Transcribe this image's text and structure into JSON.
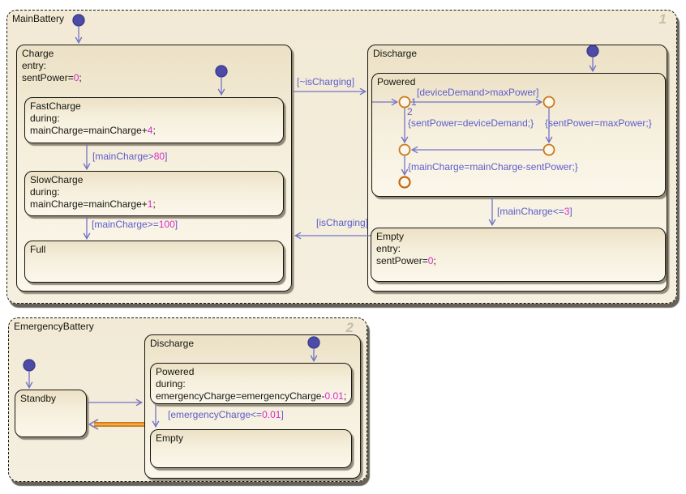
{
  "colors": {
    "state_fill": "#f5eedb",
    "state_border": "#16160f",
    "transition": "#5d5dcb",
    "transition_line": "#7373c6",
    "numeric_literal": "#d92bc8",
    "junction": "#c87a1e",
    "highlight_transition": "#d4821c",
    "default_dot": "#4c4ca8",
    "order_badge": "#c8bea5"
  },
  "main_battery": {
    "title": "MainBattery",
    "order_badge": "1",
    "charge": {
      "name": "Charge",
      "entry_kw": "entry:",
      "entry_pre": "sentPower=",
      "entry_num": "0",
      "entry_post": ";",
      "fast": {
        "name": "FastCharge",
        "during_kw": "during:",
        "act_pre": "mainCharge=mainCharge+",
        "act_num": "4",
        "act_post": ";"
      },
      "slow": {
        "name": "SlowCharge",
        "during_kw": "during:",
        "act_pre": "mainCharge=mainCharge+",
        "act_num": "1",
        "act_post": ";"
      },
      "full": {
        "name": "Full"
      }
    },
    "discharge": {
      "name": "Discharge",
      "powered": {
        "name": "Powered"
      },
      "empty": {
        "name": "Empty",
        "entry_kw": "entry:",
        "entry_pre": "sentPower=",
        "entry_num": "0",
        "entry_post": ";"
      }
    },
    "transitions": {
      "not_charging": "[~isCharging]",
      "is_charging": "[isCharging]",
      "fast_to_slow_pre": "[mainCharge>",
      "fast_to_slow_num": "80",
      "fast_to_slow_post": "]",
      "slow_to_full_pre": "[mainCharge>=",
      "slow_to_full_num": "100",
      "slow_to_full_post": "]",
      "powered_to_empty_pre": "[mainCharge<=",
      "powered_to_empty_num": "3",
      "powered_to_empty_post": "]",
      "demand_gt_max": "[deviceDemand>maxPower]",
      "set_demand": "{sentPower=deviceDemand;}",
      "set_max": "{sentPower=maxPower;}",
      "deduct": "{mainCharge=mainCharge-sentPower;}",
      "order1": "1",
      "order2": "2"
    }
  },
  "emergency_battery": {
    "title": "EmergencyBattery",
    "order_badge": "2",
    "standby": {
      "name": "Standby"
    },
    "discharge": {
      "name": "Discharge",
      "powered": {
        "name": "Powered",
        "during_kw": "during:",
        "act_pre": "emergencyCharge=emergencyCharge-",
        "act_num": "0.01",
        "act_post": ";"
      },
      "empty": {
        "name": "Empty"
      }
    },
    "transitions": {
      "powered_to_empty_pre": "[emergencyCharge<=",
      "powered_to_empty_num": "0.01",
      "powered_to_empty_post": "]"
    }
  }
}
